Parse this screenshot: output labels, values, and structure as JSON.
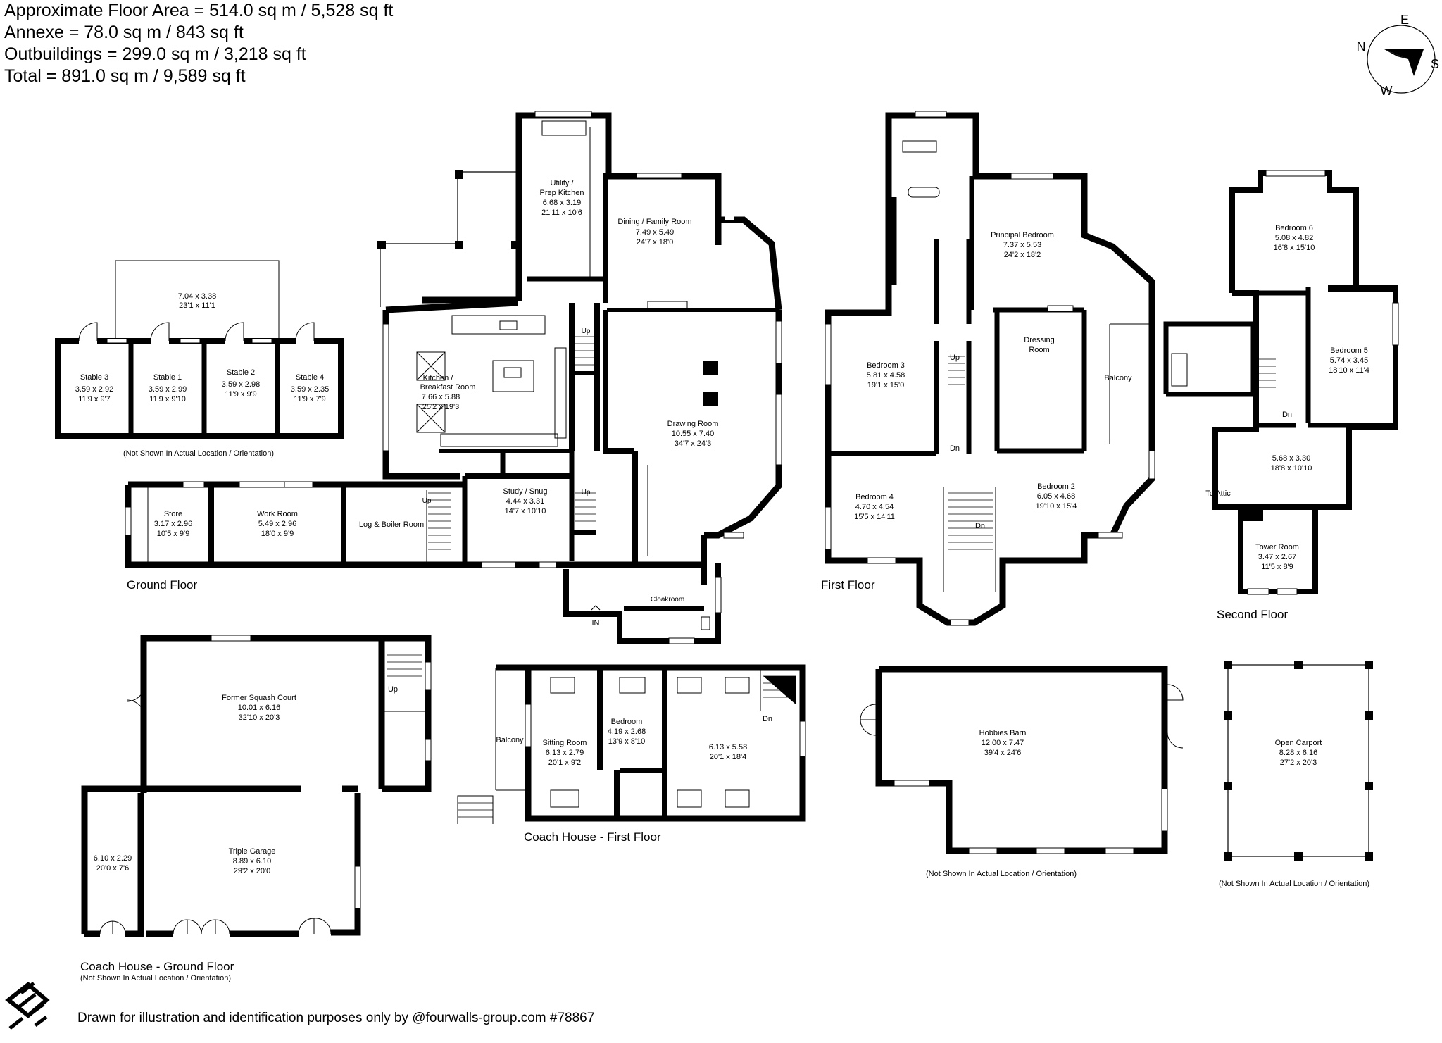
{
  "summary": [
    "Approximate Floor Area = 514.0 sq m / 5,528 sq ft",
    "Annexe  = 78.0 sq m / 843 sq ft",
    "Outbuildings = 299.0 sq m / 3,218 sq ft",
    "Total = 891.0 sq m / 9,589 sq ft"
  ],
  "compass": {
    "n": "N",
    "e": "E",
    "s": "S",
    "w": "W"
  },
  "floor_titles": {
    "ground": "Ground Floor",
    "first": "First Floor",
    "second": "Second Floor",
    "coach_ground": "Coach House - Ground Floor",
    "coach_first": "Coach House - First Floor"
  },
  "notes": {
    "stables": "(Not Shown In Actual Location / Orientation)",
    "coach_ground": "(Not Shown In Actual Location / Orientation)",
    "barn": "(Not Shown In Actual Location / Orientation)",
    "carport": "(Not Shown In Actual Location / Orientation)"
  },
  "footer": "Drawn for illustration and identification purposes only by @fourwalls-group.com #78867",
  "stables": {
    "overall": [
      "7.04 x 3.38",
      "23'1 x 11'1"
    ],
    "stable3": [
      "Stable 3",
      "3.59 x 2.92",
      "11'9 x 9'7"
    ],
    "stable1": [
      "Stable 1",
      "3.59 x 2.99",
      "11'9 x 9'10"
    ],
    "stable2": [
      "Stable 2",
      "3.59 x 2.98",
      "11'9 x 9'9"
    ],
    "stable4": [
      "Stable 4",
      "3.59 x 2.35",
      "11'9 x 7'9"
    ]
  },
  "ground": {
    "utility": [
      "Utility /",
      "Prep Kitchen",
      "6.68 x 3.19",
      "21'11 x 10'6"
    ],
    "dining": [
      "Dining / Family Room",
      "7.49 x 5.49",
      "24'7 x 18'0"
    ],
    "kitchen": [
      "Kitchen /",
      "Breakfast Room",
      "7.66 x 5.88",
      "25'2 x 19'3"
    ],
    "drawing": [
      "Drawing Room",
      "10.55 x 7.40",
      "34'7 x 24'3"
    ],
    "store": [
      "Store",
      "3.17 x 2.96",
      "10'5 x 9'9"
    ],
    "work": [
      "Work Room",
      "5.49 x 2.96",
      "18'0 x 9'9"
    ],
    "log": [
      "Log & Boiler Room"
    ],
    "study": [
      "Study / Snug",
      "4.44 x 3.31",
      "14'7 x 10'10"
    ],
    "cloakroom": "Cloakroom",
    "in": "IN",
    "up1": "Up",
    "up2": "Up",
    "up3": "Up"
  },
  "first": {
    "principal": [
      "Principal Bedroom",
      "7.37 x 5.53",
      "24'2 x 18'2"
    ],
    "bed3": [
      "Bedroom 3",
      "5.81 x 4.58",
      "19'1 x 15'0"
    ],
    "dressing": [
      "Dressing",
      "Room"
    ],
    "balcony": "Balcony",
    "bed4": [
      "Bedroom 4",
      "4.70 x 4.54",
      "15'5 x 14'11"
    ],
    "bed2": [
      "Bedroom 2",
      "6.05 x 4.68",
      "19'10 x 15'4"
    ],
    "up": "Up",
    "dn1": "Dn",
    "dn2": "Dn"
  },
  "second": {
    "bed6": [
      "Bedroom 6",
      "5.08 x 4.82",
      "16'8 x 15'10"
    ],
    "bed5": [
      "Bedroom 5",
      "5.74 x 3.45",
      "18'10 x 11'4"
    ],
    "room": [
      "5.68 x 3.30",
      "18'8 x 10'10"
    ],
    "tower": [
      "Tower Room",
      "3.47 x 2.67",
      "11'5 x 8'9"
    ],
    "attic": "To Attic",
    "dn": "Dn"
  },
  "coach_ground": {
    "squash": [
      "Former Squash Court",
      "10.01 x 6.16",
      "32'10 x 20'3"
    ],
    "garage": [
      "Triple Garage",
      "8.89 x 6.10",
      "29'2 x 20'0"
    ],
    "bay": [
      "6.10 x 2.29",
      "20'0 x 7'6"
    ],
    "up": "Up"
  },
  "coach_first": {
    "balcony": "Balcony",
    "sitting": [
      "Sitting Room",
      "6.13 x 2.79",
      "20'1 x 9'2"
    ],
    "bedroom": [
      "Bedroom",
      "4.19 x 2.68",
      "13'9 x 8'10"
    ],
    "room": [
      "6.13 x 5.58",
      "20'1 x 18'4"
    ],
    "dn": "Dn"
  },
  "barn": [
    "Hobbies Barn",
    "12.00 x 7.47",
    "39'4 x 24'6"
  ],
  "carport": [
    "Open Carport",
    "8.28 x 6.16",
    "27'2 x 20'3"
  ]
}
